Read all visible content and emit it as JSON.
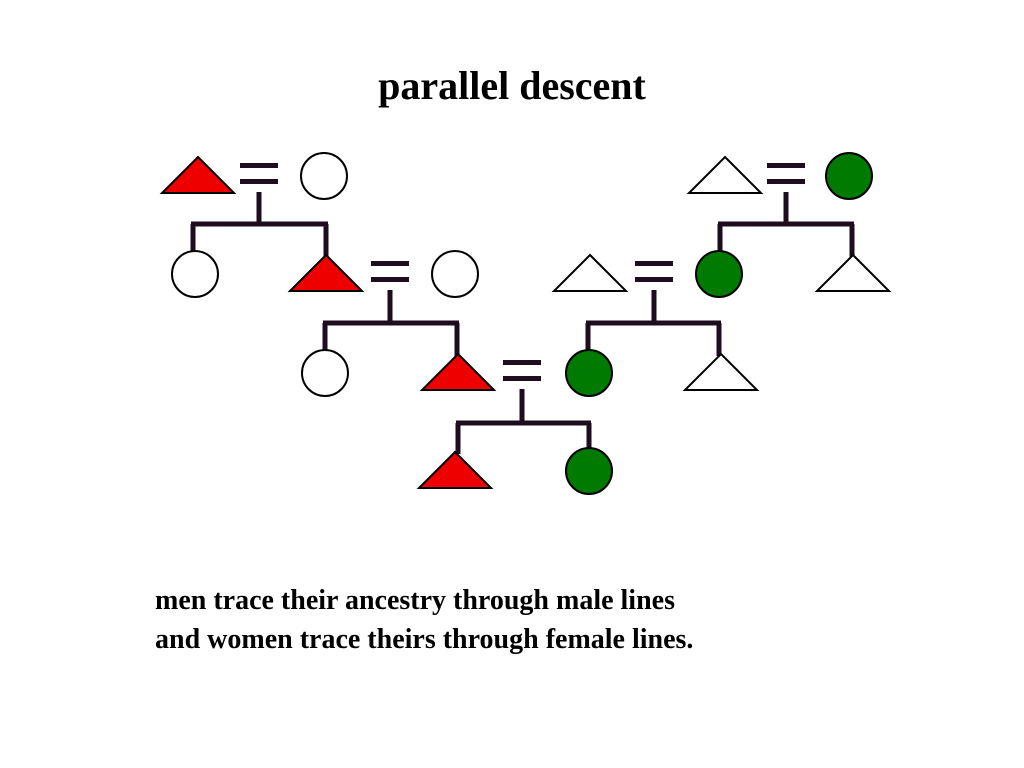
{
  "title": "parallel descent",
  "caption": {
    "line1": "men trace their ancestry through male lines",
    "line2": "and women trace theirs through female lines."
  },
  "colors": {
    "male_line": "#ee0000",
    "female_line": "#007a00",
    "other": "#ffffff",
    "lines": "#1e0d1e",
    "outline": "#000000"
  },
  "legend_semantics": {
    "triangle": "male",
    "circle": "female",
    "double_bar": "marriage"
  },
  "diagram": {
    "people": [
      {
        "id": "g1-left-husband",
        "sex": "male",
        "line": "male_line"
      },
      {
        "id": "g1-left-wife",
        "sex": "female",
        "line": "other"
      },
      {
        "id": "g2-left-daughter",
        "sex": "female",
        "line": "other"
      },
      {
        "id": "g2-left-son",
        "sex": "male",
        "line": "male_line"
      },
      {
        "id": "g2-left-son-wife",
        "sex": "female",
        "line": "other"
      },
      {
        "id": "g3-left-daughter",
        "sex": "female",
        "line": "other"
      },
      {
        "id": "g3-left-son",
        "sex": "male",
        "line": "male_line"
      },
      {
        "id": "g1-right-husband",
        "sex": "male",
        "line": "other"
      },
      {
        "id": "g1-right-wife",
        "sex": "female",
        "line": "female_line"
      },
      {
        "id": "g2-right-daughter",
        "sex": "female",
        "line": "female_line"
      },
      {
        "id": "g2-right-son",
        "sex": "male",
        "line": "other"
      },
      {
        "id": "g2-right-daughter-husband",
        "sex": "male",
        "line": "other"
      },
      {
        "id": "g3-right-daughter",
        "sex": "female",
        "line": "female_line"
      },
      {
        "id": "g3-right-son",
        "sex": "male",
        "line": "other"
      },
      {
        "id": "g4-son",
        "sex": "male",
        "line": "male_line"
      },
      {
        "id": "g4-daughter",
        "sex": "female",
        "line": "female_line"
      }
    ],
    "marriages": [
      {
        "id": "m-left-1",
        "partners": [
          "g1-left-husband",
          "g1-left-wife"
        ]
      },
      {
        "id": "m-left-2",
        "partners": [
          "g2-left-son",
          "g2-left-son-wife"
        ]
      },
      {
        "id": "m-right-1",
        "partners": [
          "g1-right-husband",
          "g1-right-wife"
        ]
      },
      {
        "id": "m-right-2",
        "partners": [
          "g2-right-daughter-husband",
          "g2-right-daughter"
        ]
      },
      {
        "id": "m-center",
        "partners": [
          "g3-left-son",
          "g3-right-daughter"
        ]
      }
    ],
    "children": [
      {
        "marriage": "m-left-1",
        "children": [
          "g2-left-daughter",
          "g2-left-son"
        ]
      },
      {
        "marriage": "m-left-2",
        "children": [
          "g3-left-daughter",
          "g3-left-son"
        ]
      },
      {
        "marriage": "m-right-1",
        "children": [
          "g2-right-daughter",
          "g2-right-son"
        ]
      },
      {
        "marriage": "m-right-2",
        "children": [
          "g3-right-daughter",
          "g3-right-son"
        ]
      },
      {
        "marriage": "m-center",
        "children": [
          "g4-son",
          "g4-daughter"
        ]
      }
    ]
  }
}
